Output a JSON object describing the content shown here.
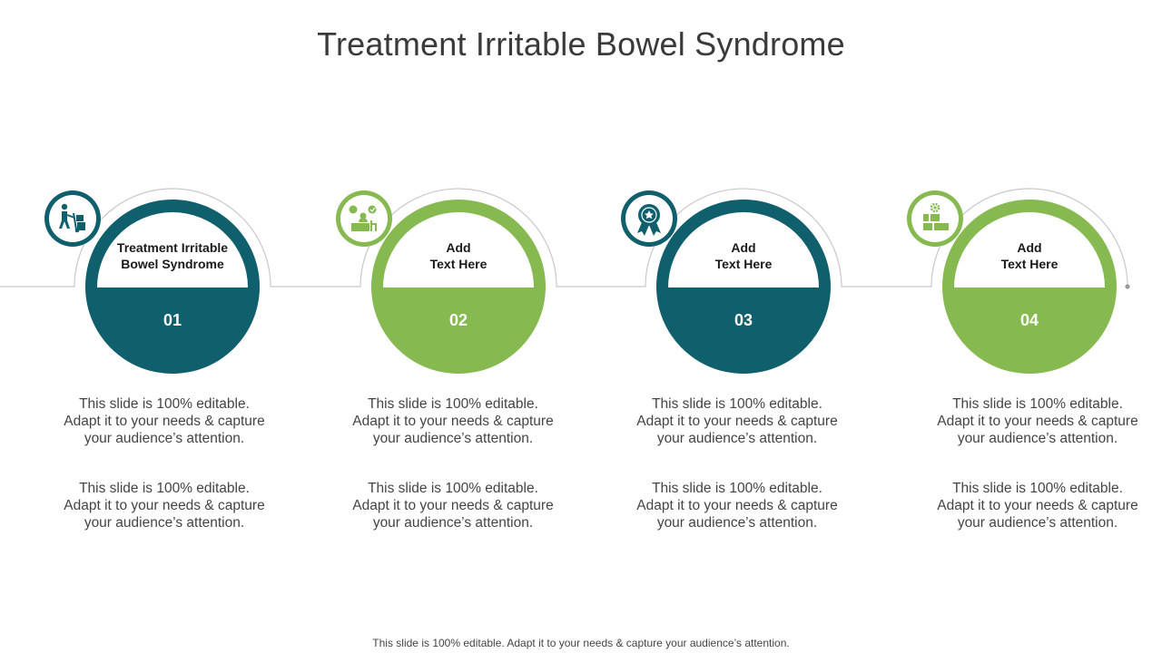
{
  "title": "Treatment Irritable Bowel Syndrome",
  "colors": {
    "teal": "#105f6c",
    "green": "#86b950",
    "connector": "#c8c8c8"
  },
  "steps": [
    {
      "number": "01",
      "heading_line1": "Treatment Irritable",
      "heading_line2": "Bowel Syndrome",
      "color": "teal",
      "icon": "worker-with-hand-truck-icon",
      "desc1": [
        "This slide is 100% editable.",
        "Adapt it to your needs & capture",
        "your audience’s attention."
      ],
      "desc2": [
        "This slide is 100% editable.",
        "Adapt it to your needs & capture",
        "your audience’s attention."
      ]
    },
    {
      "number": "02",
      "heading_line1": "Add",
      "heading_line2": "Text Here",
      "color": "green",
      "icon": "person-at-desk-icon",
      "desc1": [
        "This slide is 100% editable.",
        "Adapt it to your needs & capture",
        "your audience’s attention."
      ],
      "desc2": [
        "This slide is 100% editable.",
        "Adapt it to your needs & capture",
        "your audience’s attention."
      ]
    },
    {
      "number": "03",
      "heading_line1": "Add",
      "heading_line2": "Text Here",
      "color": "teal",
      "icon": "award-ribbon-icon",
      "desc1": [
        "This slide is 100% editable.",
        "Adapt it to your needs & capture",
        "your audience’s attention."
      ],
      "desc2": [
        "This slide is 100% editable.",
        "Adapt it to your needs & capture",
        "your audience’s attention."
      ]
    },
    {
      "number": "04",
      "heading_line1": "Add",
      "heading_line2": "Text Here",
      "color": "green",
      "icon": "boxes-with-gear-icon",
      "desc1": [
        "This slide is 100% editable.",
        "Adapt it to your needs & capture",
        "your audience’s attention."
      ],
      "desc2": [
        "This slide is 100% editable.",
        "Adapt it to your needs & capture",
        "your audience’s attention."
      ]
    }
  ],
  "footer": "This slide is 100% editable. Adapt it to your needs & capture your audience’s attention."
}
